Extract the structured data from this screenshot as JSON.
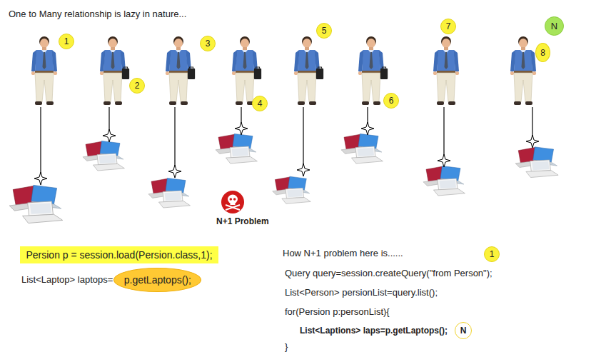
{
  "diagram": {
    "title": "One to Many relationship is lazy in nature...",
    "nodes": [
      {
        "text": [
          "1"
        ]
      },
      {
        "text": [
          "2"
        ]
      },
      {
        "text": [
          "3"
        ]
      },
      {
        "text": [
          "4"
        ]
      },
      {
        "text": [
          "5"
        ]
      },
      {
        "text": [
          "6"
        ]
      },
      {
        "text": [
          "7"
        ]
      },
      {
        "text": [
          "N"
        ]
      },
      {
        "text": [
          "8"
        ]
      },
      {
        "text": [
          "Persion p = session.load(Persion.class,1);"
        ]
      },
      {
        "text": [
          "p.getLaptops();"
        ]
      },
      {
        "text": [
          "1"
        ]
      },
      {
        "text": [
          "N"
        ]
      }
    ],
    "labels": [
      "N+1 Problem",
      "List<Laptop> laptops=",
      "How N+1 problem here is......",
      "Query query=session.createQuery(\"from Person\");",
      "List<Person> persionList=query.list();",
      "for(Persion p:personList){",
      "List<Laptions> laps=p.getLaptops();",
      "}"
    ]
  }
}
